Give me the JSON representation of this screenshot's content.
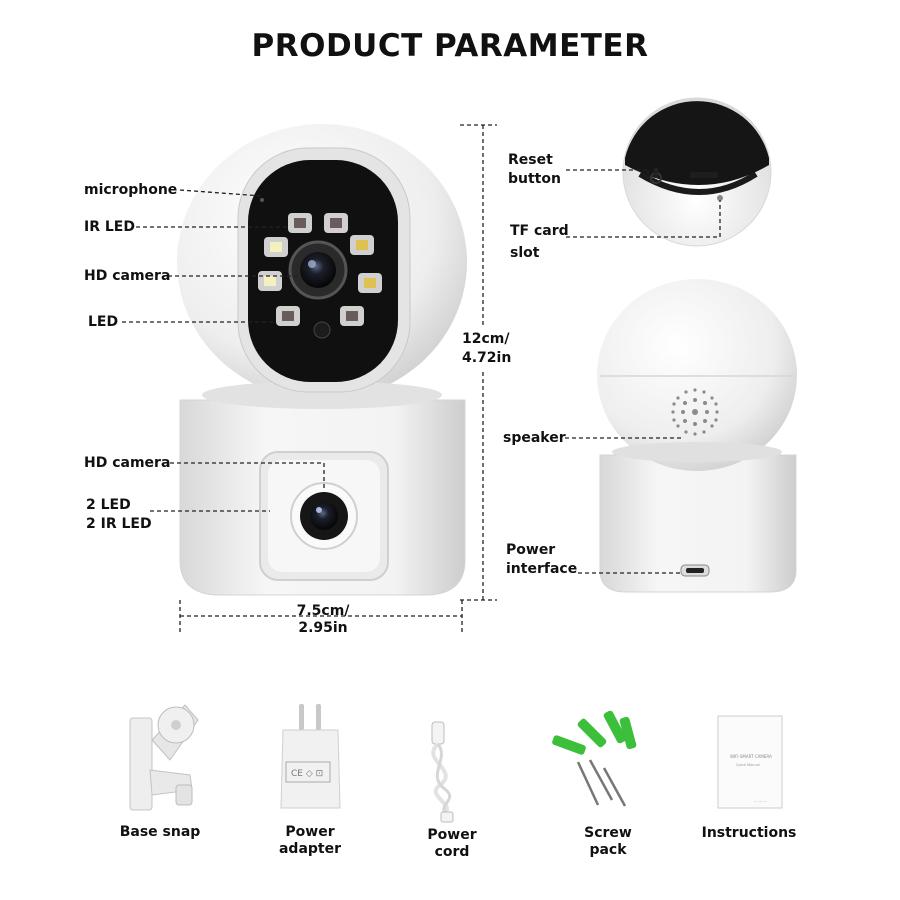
{
  "title": "PRODUCT PARAMETER",
  "front_labels": {
    "microphone": "microphone",
    "ir_led": "IR LED",
    "hd_camera_top": "HD camera",
    "led": "LED",
    "hd_camera_bottom": "HD camera",
    "led_bottom": "2 LED\n2 IR LED"
  },
  "dimensions": {
    "height": "12cm/\n4.72in",
    "width": "7.5cm/\n2.95in"
  },
  "right_labels": {
    "reset_button": "Reset\nbutton",
    "tf_card_slot": "TF card\nslot",
    "speaker": "speaker",
    "power_interface": "Power\ninterface"
  },
  "accessories": [
    {
      "label": "Base snap"
    },
    {
      "label": "Power\nadapter"
    },
    {
      "label": "Power\ncord"
    },
    {
      "label": "Screw\npack"
    },
    {
      "label": "Instructions"
    }
  ],
  "colors": {
    "accent_green": "#3cbf3a",
    "camera_white": "#f2f2f2",
    "lens_dark": "#1a1a1a"
  }
}
